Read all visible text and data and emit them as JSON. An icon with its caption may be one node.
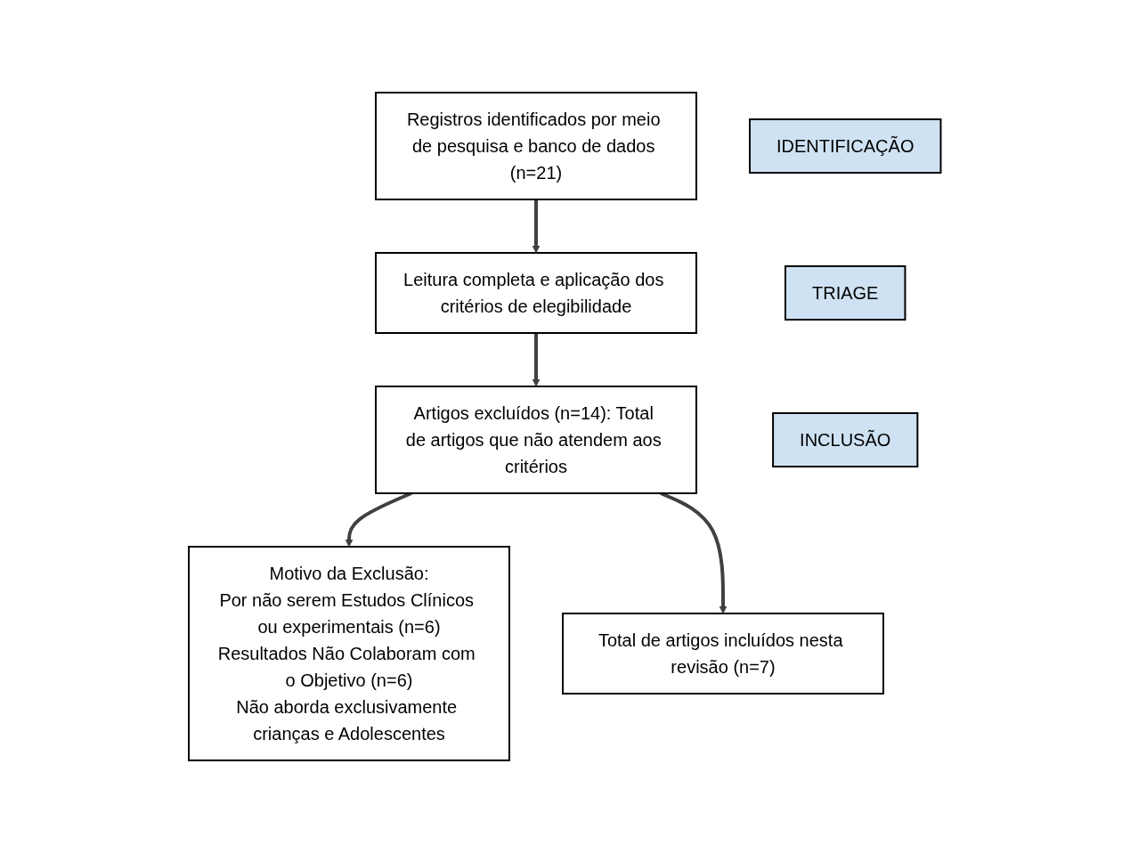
{
  "diagram": {
    "nodes": [
      {
        "text": [
          "IDENTIFICAÇÃO"
        ]
      },
      {
        "text": [
          "Registros identificados por meio de pesquisa e banco de dados (n=21)"
        ]
      },
      {
        "text": [
          "Leitura completa e aplicação dos critérios de elegibilidade"
        ]
      },
      {
        "text": [
          "TRIAGE"
        ]
      },
      {
        "text": [
          "Artigos excluídos (n=14): Total de artigos que não atendem aos critérios"
        ]
      },
      {
        "text": [
          "Motivo da Exclusão:",
          "Por não serem Estudos Clínicos ou experimentais (n=6)",
          "Resultados Não Colaboram com o Objetivo (n=6)",
          "Não aborda exclusivamente crianças e Adolescentes"
        ]
      },
      {
        "text": [
          "INCLUSÃO"
        ]
      },
      {
        "text": [
          "Total de artigos incluídos nesta revisão (n=7)"
        ]
      }
    ],
    "edges": [
      {
        "from": 1,
        "to": 2,
        "arrow": "to"
      },
      {
        "from": 2,
        "to": 4,
        "arrow": "to"
      },
      {
        "from": 4,
        "to": 5,
        "arrow": "to"
      },
      {
        "from": 4,
        "to": 7,
        "arrow": "to"
      }
    ]
  }
}
